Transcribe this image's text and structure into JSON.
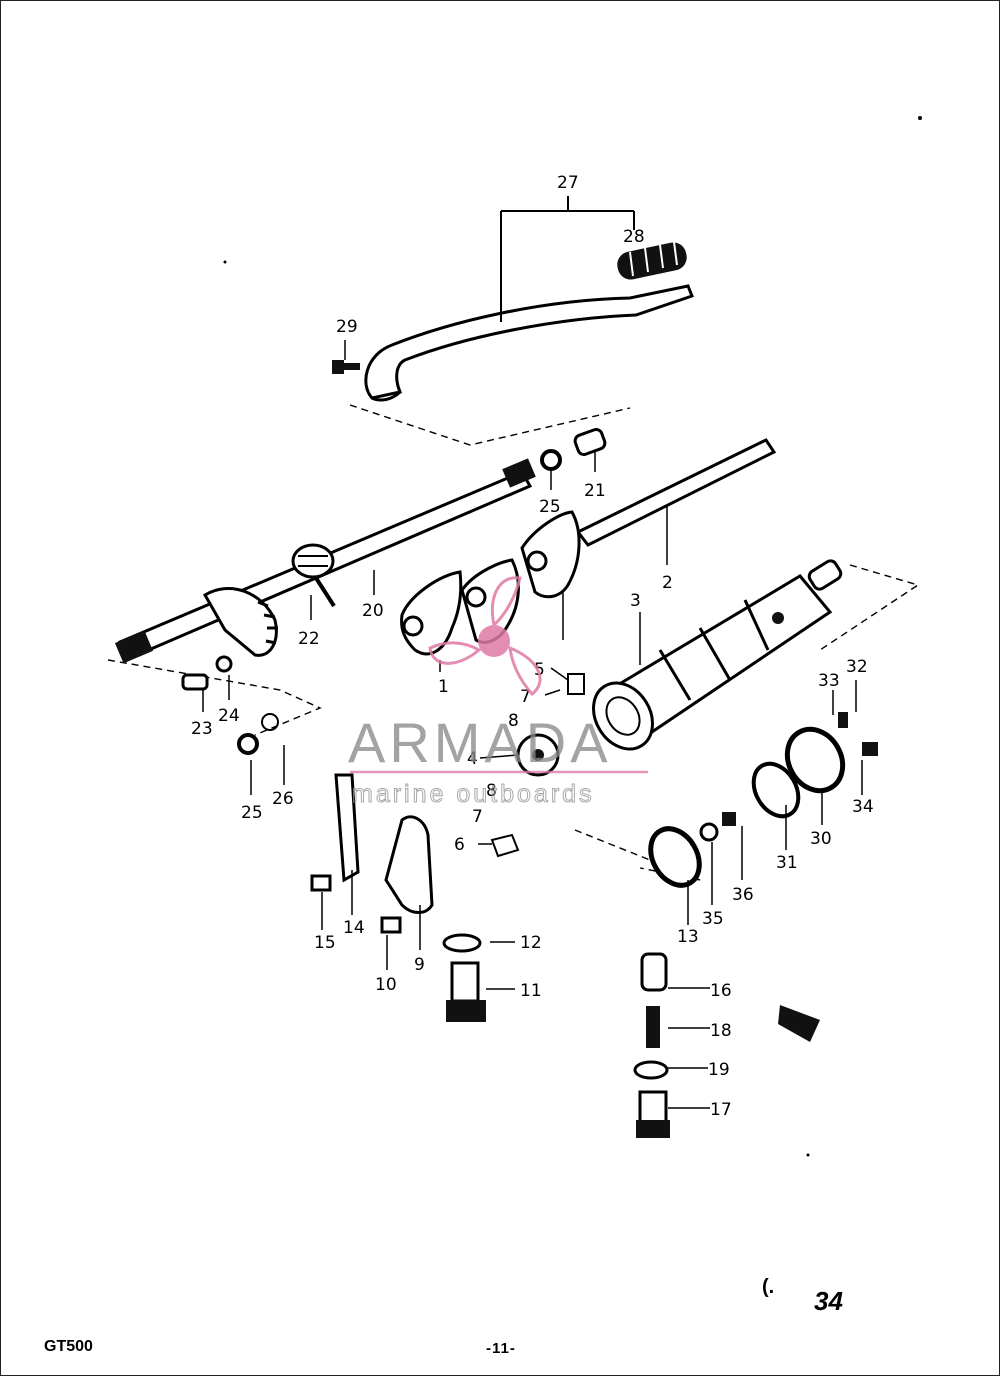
{
  "diagram": {
    "labels": [
      "1",
      "2",
      "3",
      "4",
      "5",
      "6",
      "7",
      "8",
      "9",
      "10",
      "11",
      "12",
      "13",
      "14",
      "15",
      "16",
      "17",
      "18",
      "19",
      "20",
      "21",
      "22",
      "23",
      "24",
      "25",
      "26",
      "27",
      "28",
      "29",
      "30",
      "31",
      "32",
      "33",
      "34",
      "35",
      "36"
    ]
  },
  "watermark": {
    "title": "ARMADA",
    "subtitle": "marine outboards"
  },
  "footer": {
    "model": "GT500",
    "page": "-11-",
    "code_prefix": "(.",
    "code_number": "34"
  }
}
